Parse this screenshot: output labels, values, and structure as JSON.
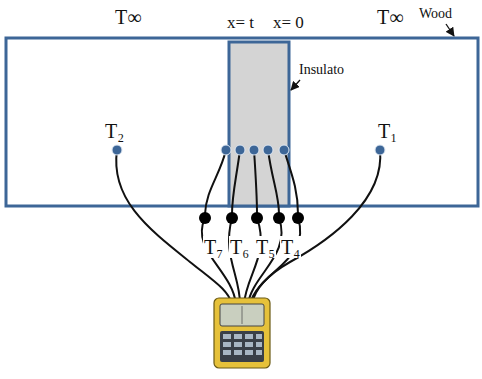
{
  "diagram": {
    "labels": [
      "T∞",
      "x= t",
      "x= 0",
      "T∞",
      "Wood",
      "Insulato",
      "T₂",
      "T₁",
      "T₇",
      "T₆",
      "T₅",
      "T₄"
    ]
  }
}
